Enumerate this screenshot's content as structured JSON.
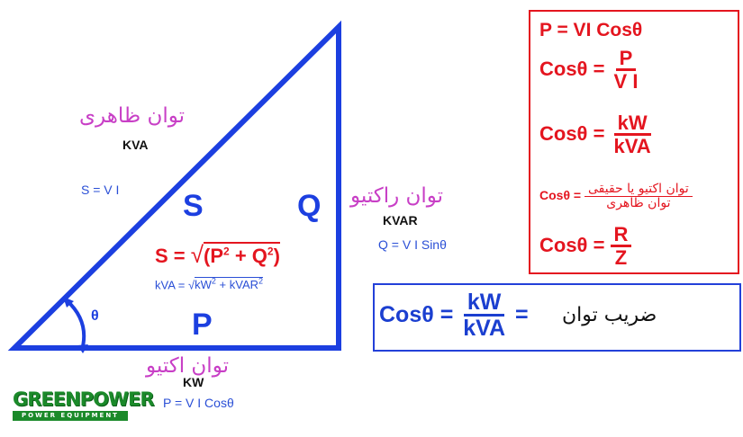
{
  "triangle": {
    "hypotenuse_fa": "توان ظاهری",
    "hypotenuse_unit": "KVA",
    "hypotenuse_formula": "S = V I",
    "side_s": "S",
    "side_q": "Q",
    "side_p": "P",
    "angle": "θ",
    "vertical_fa": "توان راکتیو",
    "vertical_unit": "KVAR",
    "vertical_formula": "Q = V I Sinθ",
    "base_fa": "توان اکتیو",
    "base_unit": "KW",
    "base_formula": "P = V I Cosθ",
    "pythagoras_left": "S = ",
    "pythagoras_body": "(P",
    "pythagoras_plus": " + Q",
    "pythagoras_end": ")",
    "sup2": "2",
    "kva_left": "kVA = ",
    "kva_body": "kW",
    "kva_plus": " + kVAR",
    "sqrt": "√"
  },
  "formula_box": {
    "line1": "P = VI Cosθ",
    "line2_left": "Cosθ = ",
    "line2_num": "P",
    "line2_den": "V I",
    "line3_left": "Cosθ = ",
    "line3_num": "kW",
    "line3_den": "kVA",
    "line4_left": "Cosθ = ",
    "line4_num": "توان اکتیو یا حقیقی",
    "line4_den": "توان ظاهری",
    "line5_left": "Cosθ = ",
    "line5_num": "R",
    "line5_den": "Z"
  },
  "power_factor_box": {
    "left": "Cosθ = ",
    "num": "kW",
    "den": "kVA",
    "eq": "=",
    "label_fa": "ضریب توان"
  },
  "logo": {
    "name": "GREENPOWER",
    "tagline": "POWER EQUIPMENT"
  },
  "colors": {
    "triangle": "#1c3fe0",
    "formula_border": "#e4151f",
    "cos_border": "#2340d9",
    "persian_label": "#c83fc6"
  }
}
